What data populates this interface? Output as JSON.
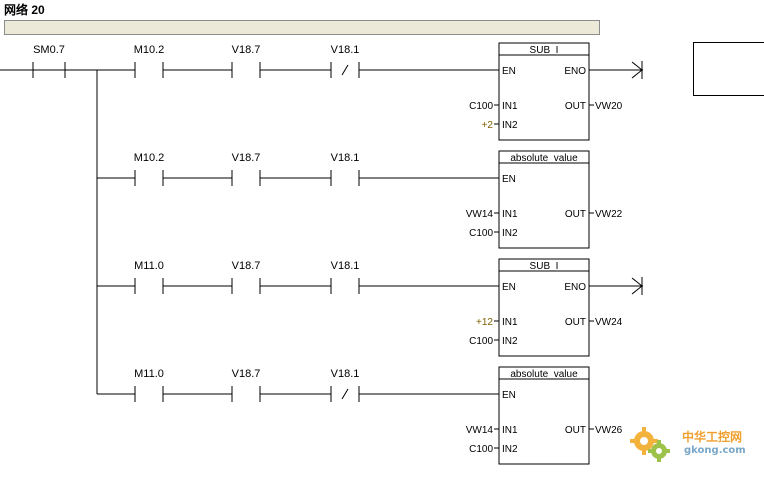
{
  "network": {
    "title": "网络 20"
  },
  "rungs": [
    {
      "contacts": [
        {
          "label": "SM0.7",
          "type": "NO"
        },
        {
          "label": "M10.2",
          "type": "NO"
        },
        {
          "label": "V18.7",
          "type": "NO"
        },
        {
          "label": "V18.1",
          "type": "NC"
        }
      ],
      "block": {
        "name": "SUB_I",
        "en": "EN",
        "eno": "ENO",
        "in1_label": "IN1",
        "in1_value": "C100",
        "in2_label": "IN2",
        "in2_value": "+2",
        "out_label": "OUT",
        "out_value": "VW20",
        "eno_connected": true
      }
    },
    {
      "contacts": [
        {
          "label": "M10.2",
          "type": "NO"
        },
        {
          "label": "V18.7",
          "type": "NO"
        },
        {
          "label": "V18.1",
          "type": "NO"
        }
      ],
      "block": {
        "name": "absolute_value",
        "en": "EN",
        "eno": "",
        "in1_label": "IN1",
        "in1_value": "VW14",
        "in2_label": "IN2",
        "in2_value": "C100",
        "out_label": "OUT",
        "out_value": "VW22",
        "eno_connected": false
      }
    },
    {
      "contacts": [
        {
          "label": "M11.0",
          "type": "NO"
        },
        {
          "label": "V18.7",
          "type": "NO"
        },
        {
          "label": "V18.1",
          "type": "NO"
        }
      ],
      "block": {
        "name": "SUB_I",
        "en": "EN",
        "eno": "ENO",
        "in1_label": "IN1",
        "in1_value": "+12",
        "in2_label": "IN2",
        "in2_value": "C100",
        "out_label": "OUT",
        "out_value": "VW24",
        "eno_connected": true
      }
    },
    {
      "contacts": [
        {
          "label": "M11.0",
          "type": "NO"
        },
        {
          "label": "V18.7",
          "type": "NO"
        },
        {
          "label": "V18.1",
          "type": "NC"
        }
      ],
      "block": {
        "name": "absolute_value",
        "en": "EN",
        "eno": "",
        "in1_label": "IN1",
        "in1_value": "VW14",
        "in2_label": "IN2",
        "in2_value": "C100",
        "out_label": "OUT",
        "out_value": "VW26",
        "eno_connected": false
      }
    }
  ],
  "watermark": {
    "brand": "中华工控网",
    "url": "gkong.com"
  },
  "colors": {
    "line": "#000000",
    "constant": "#806000",
    "comment_bg": "#ece9d8"
  }
}
